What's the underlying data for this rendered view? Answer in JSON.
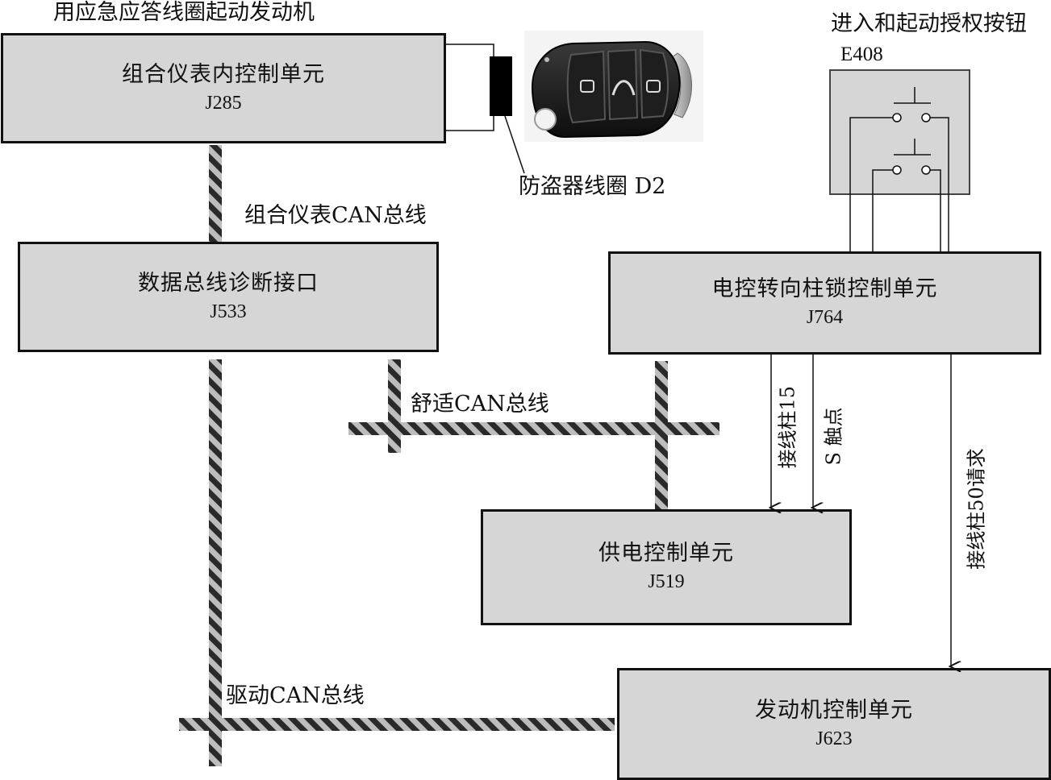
{
  "title_top_left": "用应急应答线圈起动发动机",
  "button_title": "进入和起动授权按钮",
  "button_code": "E408",
  "coil_label": "防盗器线圈 D2",
  "units": {
    "j285": {
      "name": "组合仪表内控制单元",
      "code": "J285"
    },
    "j533": {
      "name": "数据总线诊断接口",
      "code": "J533"
    },
    "j764": {
      "name": "电控转向柱锁控制单元",
      "code": "J764"
    },
    "j519": {
      "name": "供电控制单元",
      "code": "J519"
    },
    "j623": {
      "name": "发动机控制单元",
      "code": "J623"
    }
  },
  "buses": {
    "instrument": "组合仪表CAN总线",
    "comfort": "舒适CAN总线",
    "drive": "驱动CAN总线"
  },
  "signals": {
    "terminal15": "接线柱15",
    "s_contact": "S 触点",
    "terminal50": "接线柱50请求"
  },
  "colors": {
    "box_fill": "#d6d6d6",
    "bus_stripe_dark": "#2a2a2a",
    "bus_stripe_light": "#bdbdbd"
  }
}
